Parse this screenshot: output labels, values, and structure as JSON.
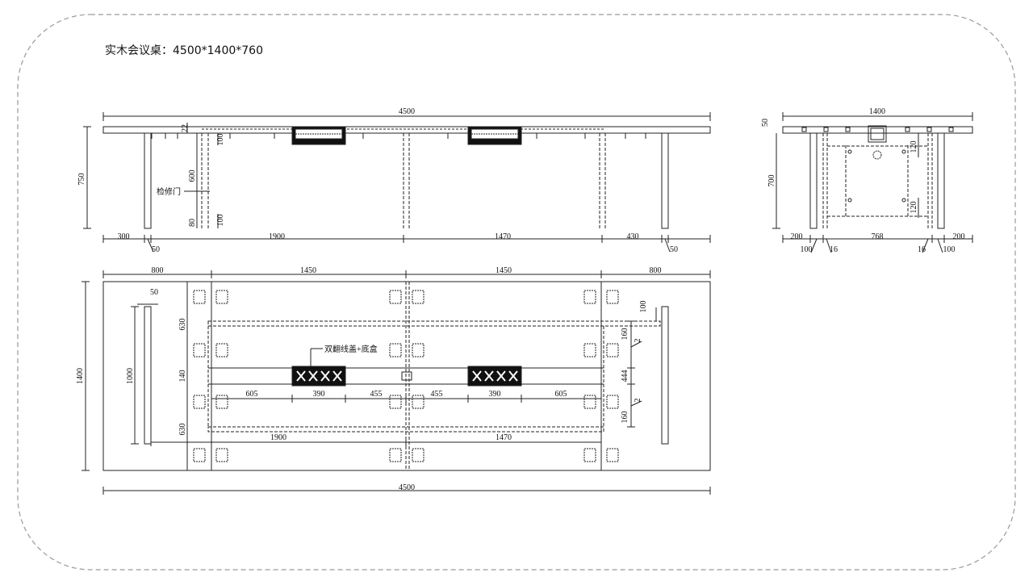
{
  "title": "实木会议桌：4500*1400*760",
  "front_view": {
    "overall_width": "4500",
    "height": "750",
    "top_thickness": "22",
    "segments": [
      "300",
      "1900",
      "1470",
      "430"
    ],
    "leg_width_left": "50",
    "leg_width_right": "50",
    "panel_top": "100",
    "panel_height": "600",
    "panel_bottom": "100",
    "foot_height": "80",
    "door_label": "检修门"
  },
  "side_view": {
    "overall_width": "1400",
    "top_thickness": "50",
    "height": "700",
    "inner_top": "120",
    "inner_bottom": "120",
    "bottom_dims": [
      "200",
      "768",
      "200"
    ],
    "leg_dims_left": [
      "100",
      "16"
    ],
    "leg_dims_right": [
      "16",
      "100"
    ]
  },
  "plan_view": {
    "top_segments": [
      "800",
      "1450",
      "1450",
      "800"
    ],
    "overall_depth": "1400",
    "inner_length": "1000",
    "leg_width": "50",
    "upper_offset": "630",
    "center_strip": "140",
    "lower_offset": "630",
    "row_segments": [
      "605",
      "390",
      "455",
      "455",
      "390",
      "605"
    ],
    "beam_lengths": [
      "1900",
      "1470"
    ],
    "right_dims": [
      "100",
      "160",
      "2",
      "444",
      "2",
      "160"
    ],
    "box_label": "双翻线盖+底盒",
    "overall_width": "4500"
  }
}
